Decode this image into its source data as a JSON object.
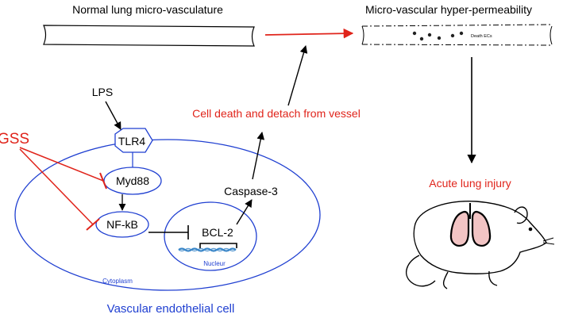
{
  "labels": {
    "normal_vasculature": "Normal lung micro-vasculature",
    "hyper_permeability": "Micro-vascular hyper-permeability",
    "death_ecs": "Death ECs",
    "lps": "LPS",
    "gss": "GSS",
    "tlr4": "TLR4",
    "myd88": "Myd88",
    "nfkb": "NF-kB",
    "bcl2": "BCL-2",
    "caspase3": "Caspase-3",
    "cell_death": "Cell death and detach from vessel",
    "acute_lung_injury": "Acute lung injury",
    "cytoplasm": "Cytoplasm",
    "nucleur": "Nucleur",
    "endothelial_cell": "Vascular endothelial cell"
  },
  "colors": {
    "black": "#000000",
    "red": "#e0241b",
    "blue": "#1f3fd1",
    "dna": "#3a86c8",
    "lung": "#f2c4c4"
  }
}
